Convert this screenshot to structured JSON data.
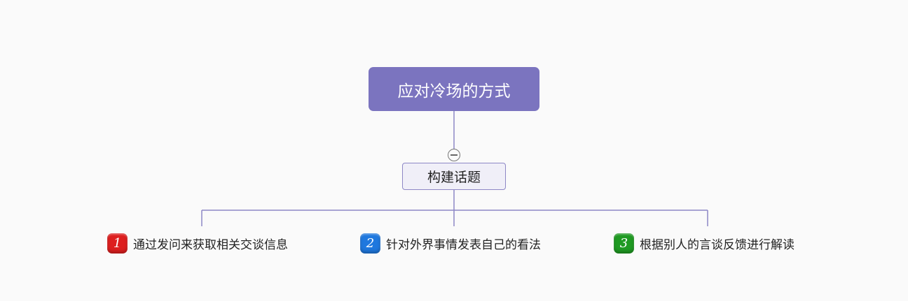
{
  "root": {
    "label": "应对冷场的方式",
    "color": "#7b74bf"
  },
  "subtopic": {
    "label": "构建话题",
    "fill": "#f0eff8",
    "border": "#8d87c6"
  },
  "leaves": [
    {
      "priority": "1",
      "label": "通过发问来获取相关交谈信息",
      "color": "#dd1f1f"
    },
    {
      "priority": "2",
      "label": "针对外界事情发表自己的看法",
      "color": "#1f78de"
    },
    {
      "priority": "3",
      "label": "根据别人的言谈反馈进行解读",
      "color": "#1f9a22"
    }
  ],
  "connector_color": "#8d87c6",
  "toggle_icon": "collapse-minus-icon"
}
